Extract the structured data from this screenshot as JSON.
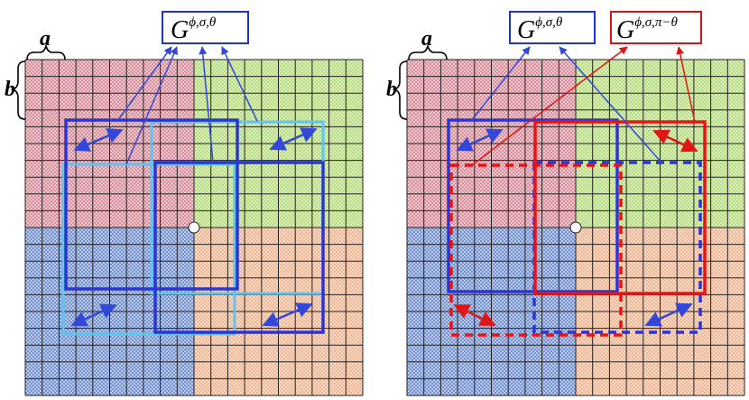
{
  "panels": [
    {
      "id": "left",
      "labels": [
        {
          "main": "G",
          "sup": "ϕ,σ,θ",
          "color": "#2233cc"
        }
      ],
      "solid_box_color": "#2b35d6",
      "light_box_color": "#5fc4f0"
    },
    {
      "id": "right",
      "labels": [
        {
          "main": "G",
          "sup": "ϕ,σ,θ",
          "color": "#2233cc"
        },
        {
          "main": "G",
          "sup": "ϕ,σ,π−θ",
          "color": "#dd1111"
        }
      ],
      "solid_box_color": "#2b35d6",
      "red_box_color": "#ee1111"
    }
  ],
  "annotations": {
    "a": "a",
    "b": "b"
  },
  "quadrant_colors": {
    "top_left": "#d98a98",
    "top_right": "#b5dc7a",
    "bottom_left": "#6f8fd0",
    "bottom_right": "#f1b48e"
  },
  "arrow_colors": {
    "blue": "#3347d9",
    "red": "#e01515"
  }
}
